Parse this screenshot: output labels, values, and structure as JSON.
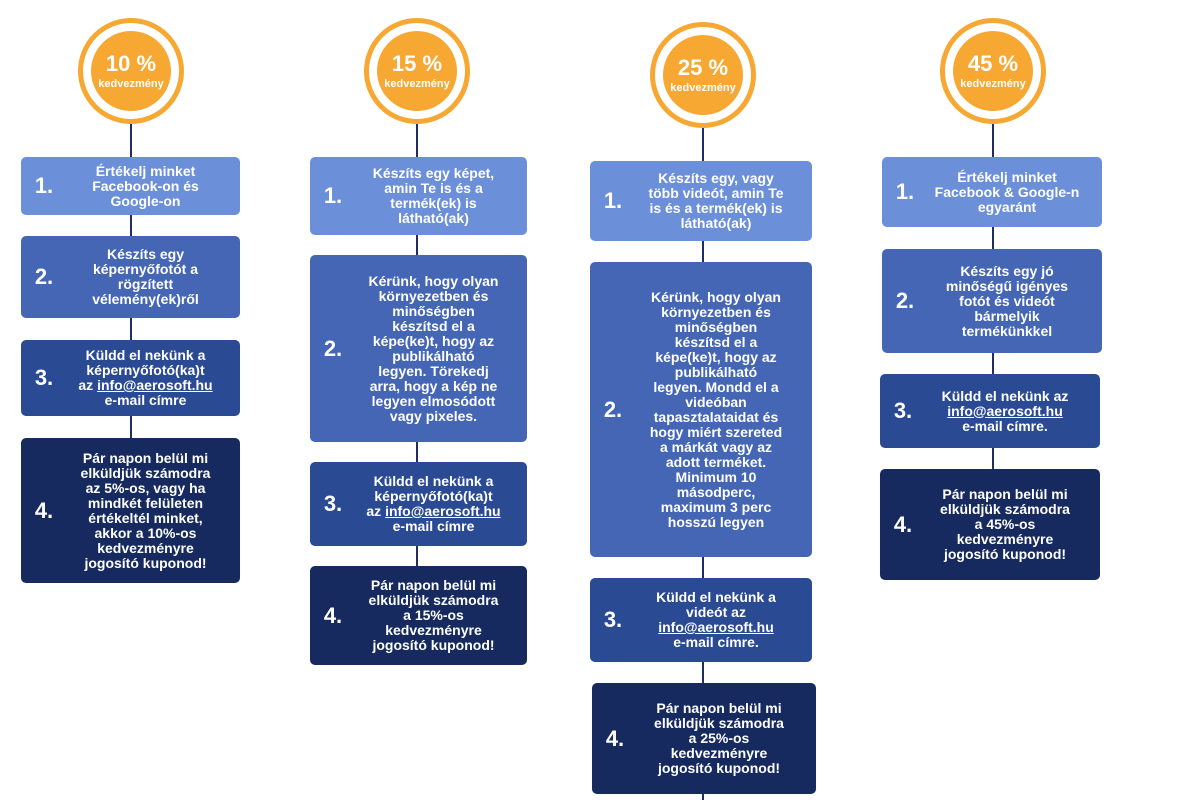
{
  "colors": {
    "badge": "#f7a832",
    "step1": "#6c8fd9",
    "step2": "#4466b5",
    "step3": "#2a4a94",
    "step4": "#162a60"
  },
  "email": "info@aerosoft.hu",
  "columns": [
    {
      "percent": "10 %",
      "label": "kedvezmény",
      "steps": [
        {
          "num": "1.",
          "text": "Értékelj minket\nFacebook-on és\nGoogle-on"
        },
        {
          "num": "2.",
          "text": "Készíts egy\nképernyőfotót a\nrögzített\nvélemény(ek)ről"
        },
        {
          "num": "3.",
          "text_before": "Küldd el nekünk a\nképernyőfotó(ka)t\naz ",
          "text_after": "\ne-mail címre"
        },
        {
          "num": "4.",
          "text": "Pár napon belül mi\nelküldjük számodra\naz 5%-os, vagy ha\nmindkét felületen\nértékeltél minket,\nakkor a 10%-os\nkedvezményre\njogosító kuponod!"
        }
      ]
    },
    {
      "percent": "15 %",
      "label": "kedvezmény",
      "steps": [
        {
          "num": "1.",
          "text": "Készíts egy képet,\namin Te is és a\ntermék(ek) is\nlátható(ak)"
        },
        {
          "num": "2.",
          "text": "Kérünk, hogy olyan\nkörnyezetben és\nminőségben\nkészítsd el a\nképe(ke)t, hogy az\npublikálható\nlegyen. Törekedj\narra, hogy a kép ne\nlegyen elmosódott\nvagy pixeles."
        },
        {
          "num": "3.",
          "text_before": "Küldd el nekünk a\nképernyőfotó(ka)t\naz ",
          "text_after": "\ne-mail címre"
        },
        {
          "num": "4.",
          "text": "Pár napon belül mi\nelküldjük számodra\na 15%-os\nkedvezményre\njogosító kuponod!"
        }
      ]
    },
    {
      "percent": "25 %",
      "label": "kedvezmény",
      "steps": [
        {
          "num": "1.",
          "text": "Készíts egy, vagy\ntöbb videót, amin Te\nis és a termék(ek) is\nlátható(ak)"
        },
        {
          "num": "2.",
          "text": "Kérünk, hogy olyan\nkörnyezetben és\nminőségben\nkészítsd el a\nképe(ke)t, hogy az\npublikálható\nlegyen. Mondd el a\nvideóban\ntapasztalataidat és\nhogy miért szereted\na márkát vagy az\nadott terméket.\nMinimum 10\nmásodperc,\nmaximum 3 perc\nhosszú legyen"
        },
        {
          "num": "3.",
          "text_before": "Küldd el nekünk a\nvideót az\n",
          "text_after": "\ne-mail címre."
        },
        {
          "num": "4.",
          "text": "Pár napon belül mi\nelküldjük számodra\na 25%-os\nkedvezményre\njogosító kuponod!"
        }
      ]
    },
    {
      "percent": "45 %",
      "label": "kedvezmény",
      "steps": [
        {
          "num": "1.",
          "text": "Értékelj minket\nFacebook & Google-n\negyaránt"
        },
        {
          "num": "2.",
          "text": "Készíts egy jó\nminőségű igényes\nfotót és videót\nbármelyik\ntermékünkkel"
        },
        {
          "num": "3.",
          "text_before": "Küldd el nekünk az\n",
          "text_after": "\ne-mail címre."
        },
        {
          "num": "4.",
          "text": "Pár napon belül mi\nelküldjük számodra\na 45%-os\nkedvezményre\njogosító kuponod!"
        }
      ]
    }
  ]
}
